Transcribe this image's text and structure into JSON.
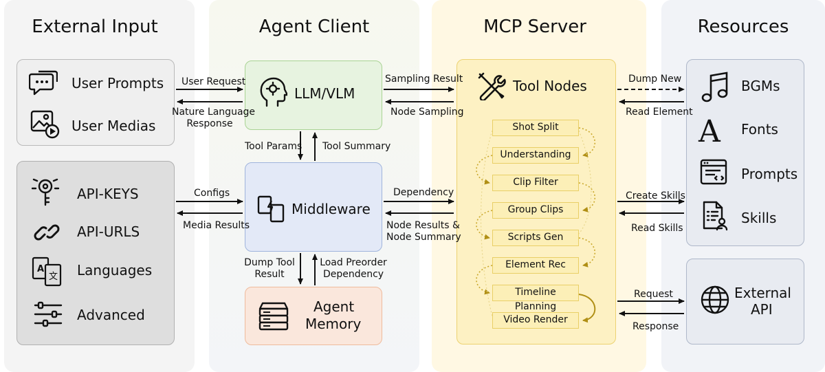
{
  "columns": {
    "external_input": "External Input",
    "agent_client": "Agent Client",
    "mcp_server": "MCP Server",
    "resources": "Resources"
  },
  "external_input": {
    "top_items": [
      "User Prompts",
      "User Medias"
    ],
    "config_items": [
      "API-KEYS",
      "API-URLS",
      "Languages",
      "Advanced"
    ]
  },
  "agent_client": {
    "llm": "LLM/VLM",
    "middleware": "Middleware",
    "memory_line1": "Agent",
    "memory_line2": "Memory"
  },
  "mcp_server": {
    "tool_nodes": "Tool Nodes",
    "nodes": [
      "Shot Split",
      "Understanding",
      "Clip Filter",
      "Group Clips",
      "Scripts Gen",
      "Element Rec",
      "Timeline Planning",
      "Video Render"
    ]
  },
  "resources": {
    "items": [
      "BGMs",
      "Fonts",
      "Prompts",
      "Skills"
    ],
    "external_api_line1": "External",
    "external_api_line2": "API"
  },
  "edges": {
    "user_request": "User Request",
    "nature_language_line1": "Nature Language",
    "nature_language_line2": "Response",
    "configs": "Configs",
    "media_results": "Media Results",
    "tool_params": "Tool Params",
    "tool_summary": "Tool Summary",
    "dump_tool_line1": "Dump Tool",
    "dump_tool_line2": "Result",
    "load_preorder_line1": "Load Preorder",
    "load_preorder_line2": "Dependency",
    "sampling_result": "Sampling Result",
    "node_sampling": "Node Sampling",
    "dependency": "Dependency",
    "node_results_line1": "Node Results &",
    "node_results_line2": "Node Summary",
    "dump_new": "Dump New",
    "read_element": "Read Element",
    "create_skills": "Create Skills",
    "read_skills": "Read Skills",
    "request": "Request",
    "response": "Response"
  },
  "colors": {
    "gray_panel": "#f3f3f3",
    "agent_panel": "#f5f7ee",
    "mcp_panel": "#fff6dc",
    "llm_box": "#e7f3e0",
    "middleware_box": "#e3e9f7",
    "memory_box": "#fae7dc",
    "tool_box": "#fdf1c3",
    "node_fill": "#fcefb7"
  }
}
